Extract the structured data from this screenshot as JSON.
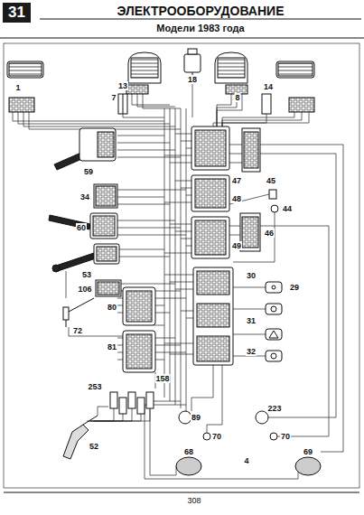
{
  "diagram": {
    "title": "ЭЛЕКТРООБОРУДОВАНИЕ",
    "nodes": [
      {
        "text": [
          "31"
        ]
      }
    ],
    "labels": [
      "Модели 1983 года",
      "1",
      "13",
      "7",
      "18",
      "8",
      "14",
      "59",
      "34",
      "60",
      "53",
      "106",
      "72",
      "80",
      "81",
      "253",
      "158",
      "52",
      "47",
      "45",
      "48",
      "44",
      "46",
      "49",
      "30",
      "29",
      "31",
      "32",
      "89",
      "223",
      "70",
      "70",
      "68",
      "69",
      "4",
      "308"
    ]
  }
}
